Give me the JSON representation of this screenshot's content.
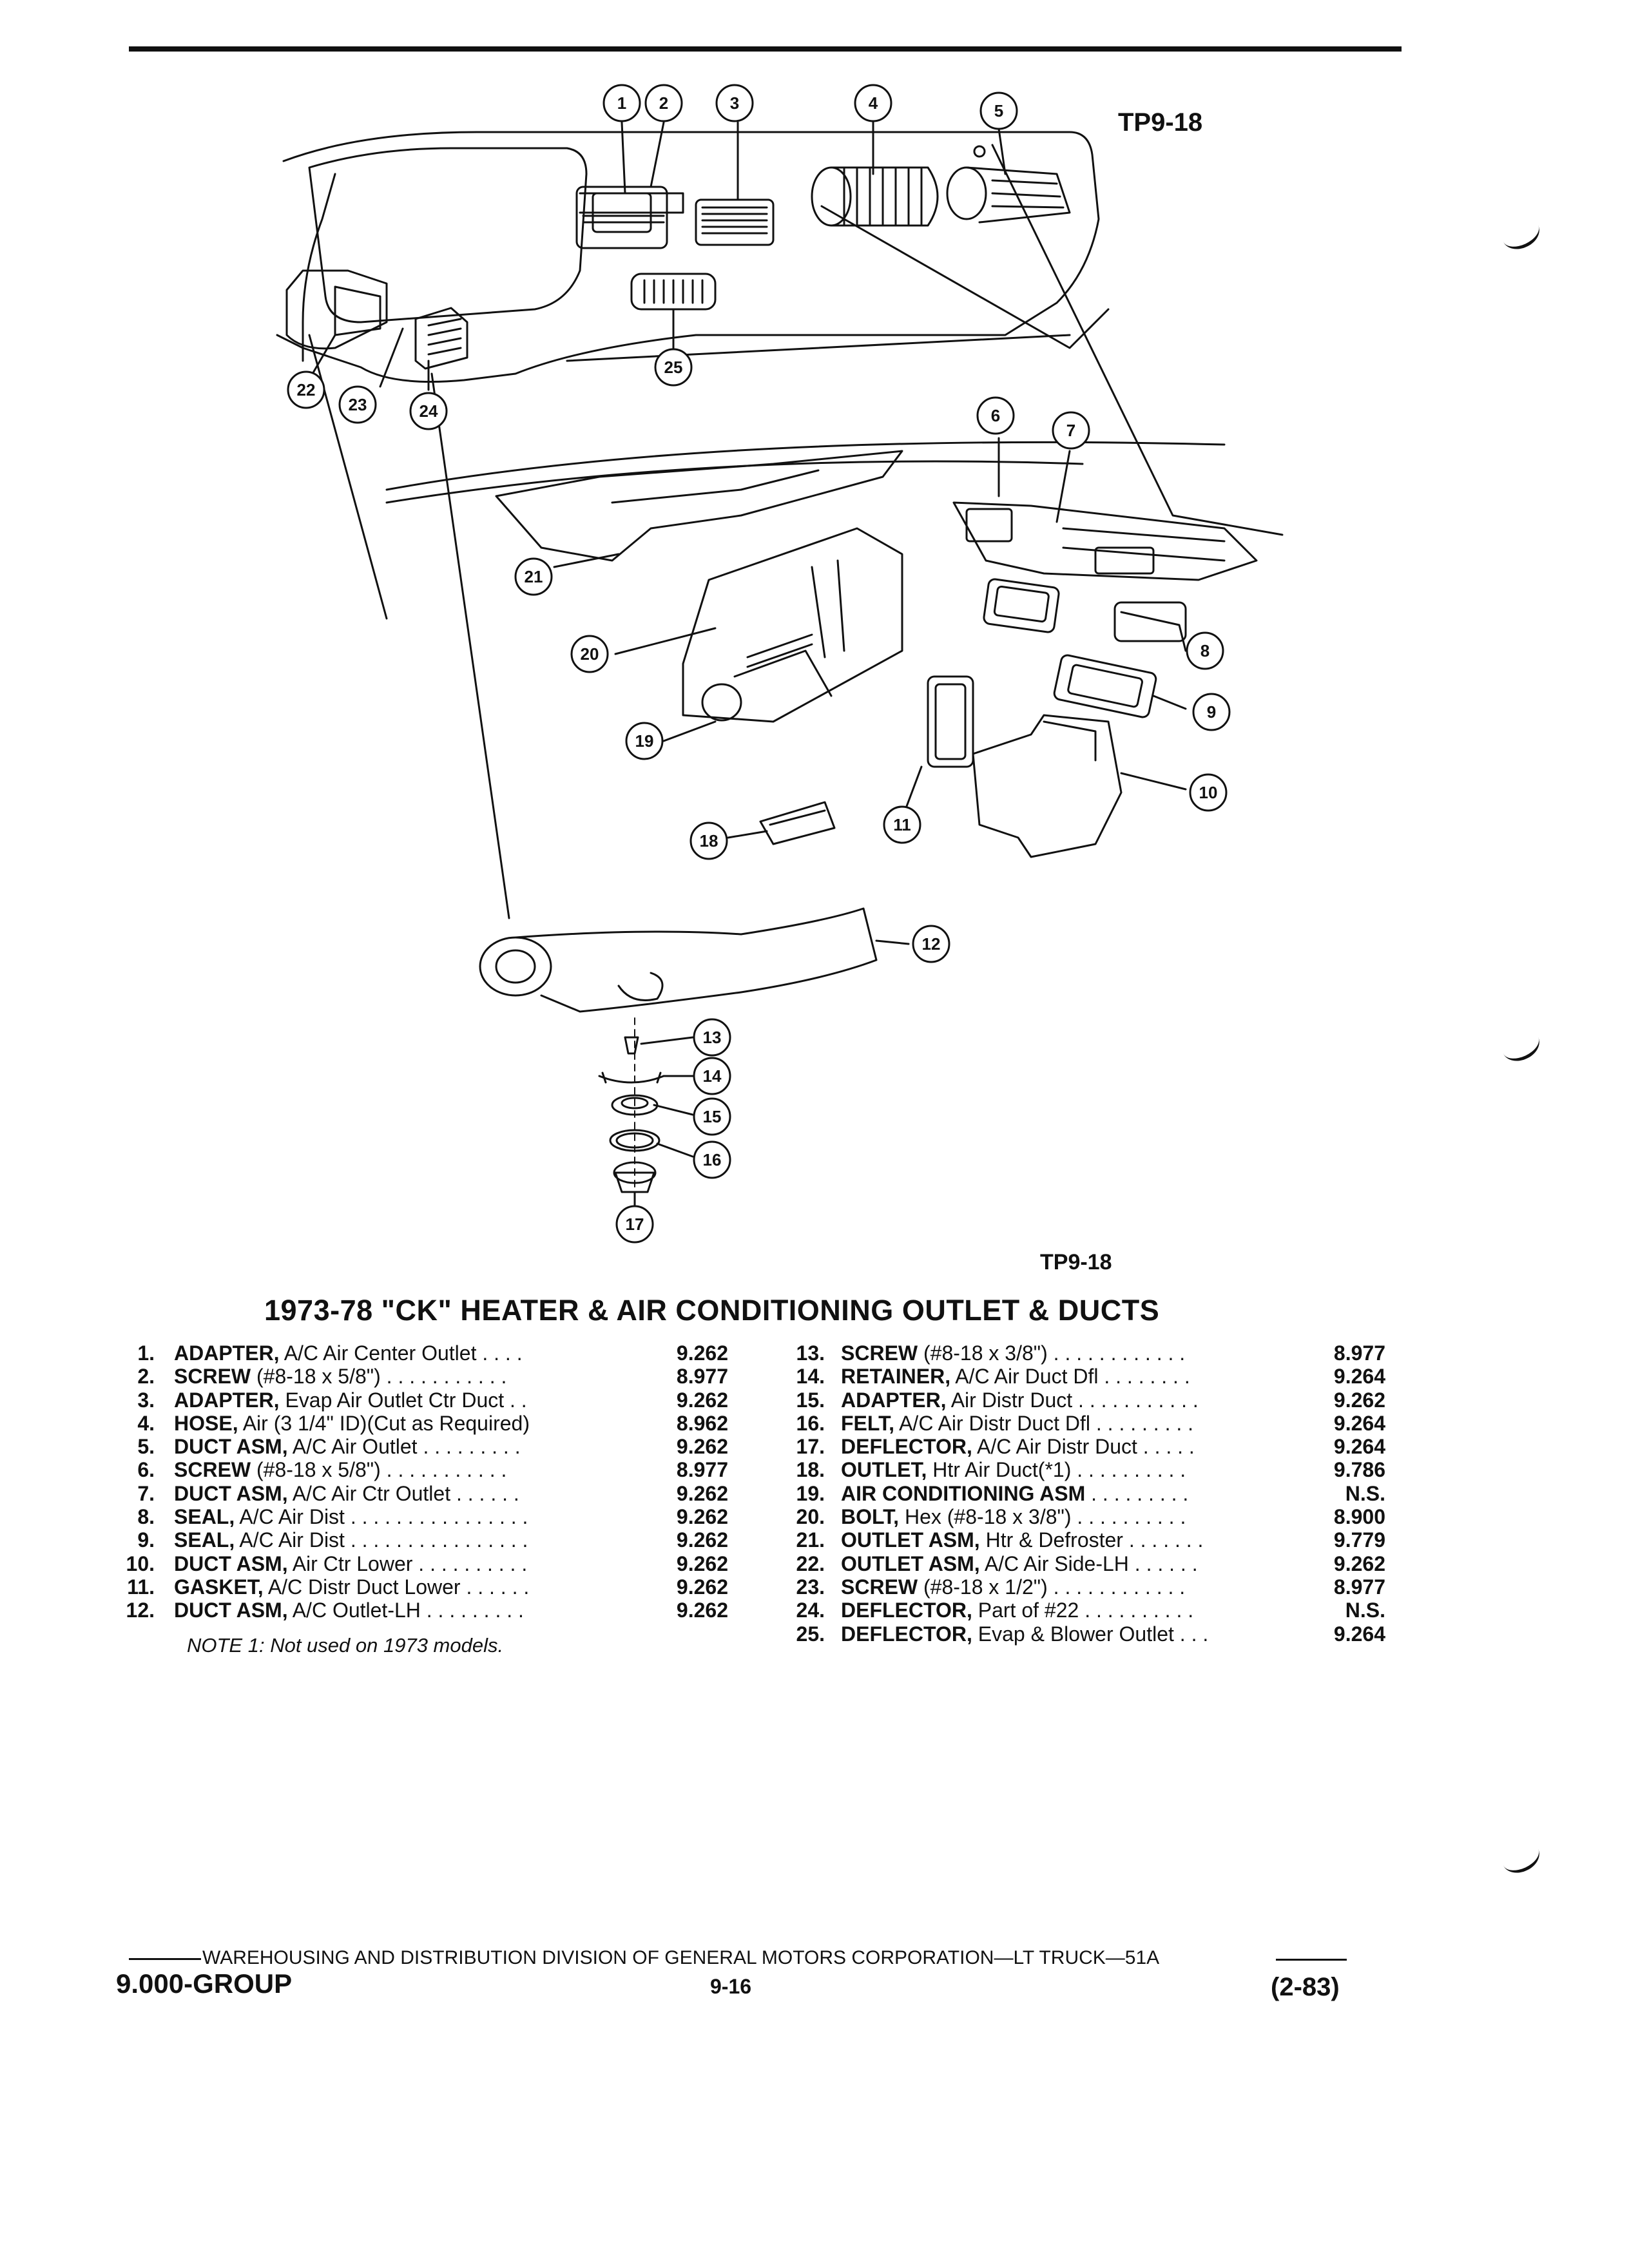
{
  "header": {
    "tp_top": "TP9-18",
    "tp_bottom": "TP9-18"
  },
  "diagram": {
    "callouts": [
      "1",
      "2",
      "3",
      "4",
      "5",
      "6",
      "7",
      "8",
      "9",
      "10",
      "11",
      "12",
      "13",
      "14",
      "15",
      "16",
      "17",
      "18",
      "19",
      "20",
      "21",
      "22",
      "23",
      "24",
      "25"
    ]
  },
  "title": "1973-78 \"CK\" HEATER & AIR CONDITIONING OUTLET & DUCTS",
  "parts_left": [
    {
      "num": "1.",
      "name": "ADAPTER,",
      "detail": " A/C Air Center Outlet  . . . .",
      "code": "9.262"
    },
    {
      "num": "2.",
      "name": "SCREW",
      "detail": " (#8-18 x 5/8\")  . . . . . . . . . . .",
      "code": "8.977"
    },
    {
      "num": "3.",
      "name": "ADAPTER,",
      "detail": " Evap Air Outlet Ctr Duct  . .",
      "code": "9.262"
    },
    {
      "num": "4.",
      "name": "HOSE,",
      "detail": " Air (3 1/4\" ID)(Cut as Required)",
      "code": "8.962"
    },
    {
      "num": "5.",
      "name": "DUCT ASM,",
      "detail": " A/C Air Outlet  . . . . . . . . .",
      "code": "9.262"
    },
    {
      "num": "6.",
      "name": "SCREW",
      "detail": " (#8-18 x 5/8\")  . . . . . . . . . . .",
      "code": "8.977"
    },
    {
      "num": "7.",
      "name": "DUCT ASM,",
      "detail": " A/C Air Ctr Outlet  . . . . . .",
      "code": "9.262"
    },
    {
      "num": "8.",
      "name": "SEAL,",
      "detail": " A/C Air Dist  . . . . . . . . . . . . . . . .",
      "code": "9.262"
    },
    {
      "num": "9.",
      "name": "SEAL,",
      "detail": " A/C Air Dist  . . . . . . . . . . . . . . . .",
      "code": "9.262"
    },
    {
      "num": "10.",
      "name": "DUCT ASM,",
      "detail": " Air Ctr Lower  . . . . . . . . . .",
      "code": "9.262"
    },
    {
      "num": "11.",
      "name": "GASKET,",
      "detail": " A/C Distr Duct Lower  . . . . . .",
      "code": "9.262"
    },
    {
      "num": "12.",
      "name": "DUCT ASM,",
      "detail": " A/C Outlet-LH  . . . . . . . . .",
      "code": "9.262"
    }
  ],
  "parts_right": [
    {
      "num": "13.",
      "name": "SCREW",
      "detail": " (#8-18 x 3/8\")  . . . . . . . . . . . .",
      "code": "8.977"
    },
    {
      "num": "14.",
      "name": "RETAINER,",
      "detail": " A/C Air Duct Dfl  . . . . . . . .",
      "code": "9.264"
    },
    {
      "num": "15.",
      "name": "ADAPTER,",
      "detail": " Air Distr Duct  . . . . . . . . . . .",
      "code": "9.262"
    },
    {
      "num": "16.",
      "name": "FELT,",
      "detail": " A/C Air Distr Duct Dfl  . . . . . . . . .",
      "code": "9.264"
    },
    {
      "num": "17.",
      "name": "DEFLECTOR,",
      "detail": " A/C Air Distr Duct  . . . . .",
      "code": "9.264"
    },
    {
      "num": "18.",
      "name": "OUTLET,",
      "detail": " Htr Air Duct(*1)  . . . . . . . . . .",
      "code": "9.786"
    },
    {
      "num": "19.",
      "name": "AIR CONDITIONING ASM",
      "detail": "  . . . . . . . . .",
      "code": "N.S."
    },
    {
      "num": "20.",
      "name": "BOLT,",
      "detail": " Hex (#8-18 x 3/8\")  . . . . . . . . . .",
      "code": "8.900"
    },
    {
      "num": "21.",
      "name": "OUTLET ASM,",
      "detail": " Htr & Defroster  . . . . . . .",
      "code": "9.779"
    },
    {
      "num": "22.",
      "name": "OUTLET ASM,",
      "detail": " A/C Air Side-LH  . . . . . .",
      "code": "9.262"
    },
    {
      "num": "23.",
      "name": "SCREW",
      "detail": " (#8-18 x 1/2\")  . . . . . . . . . . . .",
      "code": "8.977"
    },
    {
      "num": "24.",
      "name": "DEFLECTOR,",
      "detail": " Part of #22  . . . . . . . . . .",
      "code": "N.S."
    },
    {
      "num": "25.",
      "name": "DEFLECTOR,",
      "detail": " Evap & Blower Outlet  . . .",
      "code": "9.264"
    }
  ],
  "note": "NOTE 1: Not used on 1973 models.",
  "footer": {
    "division": "WAREHOUSING AND DISTRIBUTION  DIVISION OF GENERAL MOTORS CORPORATION—LT TRUCK—51A",
    "group": "9.000-GROUP",
    "page": "9-16",
    "date": "(2-83)"
  }
}
